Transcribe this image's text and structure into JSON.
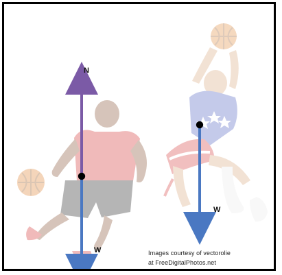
{
  "labels": {
    "normal_force": "N",
    "weight_left": "W",
    "weight_right": "W"
  },
  "caption": {
    "line1": "Images courtesy of vectorolie",
    "line2": "at FreeDigitalPhotos.net"
  },
  "colors": {
    "normal_arrow": "#7b5aa6",
    "weight_arrow": "#4a78c2",
    "point": "#000000",
    "frame": "#000000"
  }
}
